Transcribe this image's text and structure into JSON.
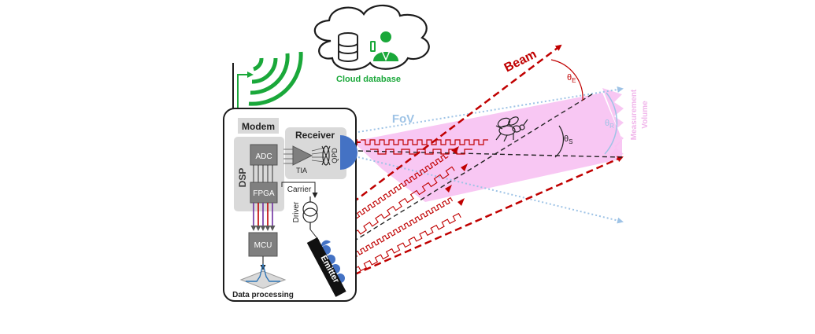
{
  "labels": {
    "cloud": "Cloud database",
    "modem": "Modem",
    "receiver": "Receiver",
    "adc": "ADC",
    "fpga": "FPGA",
    "mcu": "MCU",
    "dsp": "DSP",
    "tia": "TIA",
    "qpd": "QPD",
    "carrier": "Carrier",
    "driver": "Driver",
    "emitter": "Emitter",
    "data_processing": "Data processing",
    "beam": "Beam",
    "fov": "FoV",
    "theta_e_base": "θ",
    "theta_e_sub": "E",
    "theta_s_base": "θ",
    "theta_s_sub": "S",
    "theta_r_base": "θ",
    "theta_r_sub": "R",
    "measurement": "Measurement",
    "volume": "Volume"
  },
  "colors": {
    "wireless": "#1aa83a",
    "beam": "#c00000",
    "fov": "#9ec3e6",
    "measurement_volume": "#f7c1f2",
    "measurement_text": "#f0b4ea",
    "detector": "#4472c4",
    "block": "#7f7f7f",
    "panel": "#d9d9d9"
  },
  "icons": [
    "database-icon",
    "user-icon",
    "wireless-signal-icon",
    "insect-icon",
    "current-source-icon",
    "lens-icon"
  ]
}
